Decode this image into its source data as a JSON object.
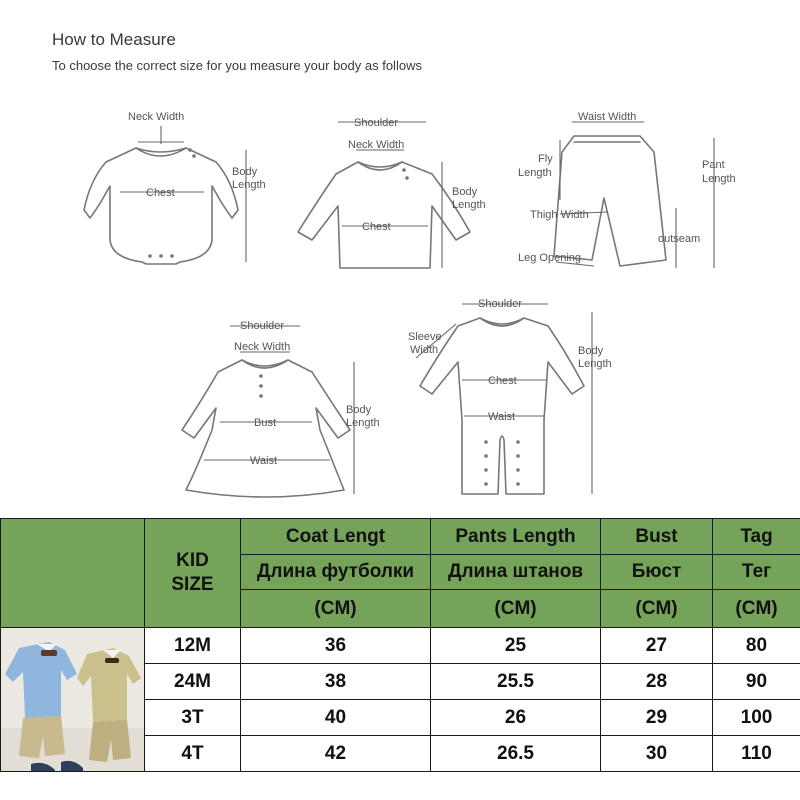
{
  "guide": {
    "title": "How to Measure",
    "subtitle": "To choose the correct size for you measure your body as follows"
  },
  "diagrams": {
    "bodysuit": {
      "neck_width": "Neck Width",
      "chest": "Chest",
      "body_length_1": "Body",
      "body_length_2": "Length"
    },
    "shirt": {
      "shoulder": "Shoulder",
      "neck_width": "Neck Width",
      "chest": "Chest",
      "body_length_1": "Body",
      "body_length_2": "Length"
    },
    "pants": {
      "waist_width": "Waist Width",
      "fly_length_1": "Fly",
      "fly_length_2": "Length",
      "pant_length_1": "Pant",
      "pant_length_2": "Length",
      "thigh_width": "Thigh Width",
      "outseam": "outseam",
      "leg_opening": "Leg Opening"
    },
    "dress": {
      "shoulder": "Shoulder",
      "neck_width": "Neck Width",
      "bust": "Bust",
      "waist": "Waist",
      "body_length_1": "Body",
      "body_length_2": "Length"
    },
    "romper": {
      "shoulder": "Shoulder",
      "sleeve_width_1": "Sleeve",
      "sleeve_width_2": "Width",
      "chest": "Chest",
      "waist": "Waist",
      "body_length_1": "Body",
      "body_length_2": "Length"
    }
  },
  "table": {
    "kid_size_1": "KID",
    "kid_size_2": "SIZE",
    "columns": [
      {
        "en": "Coat Lengt",
        "ru": "Длина футболки",
        "unit": "(CM)"
      },
      {
        "en": "Pants Length",
        "ru": "Длина штанов",
        "unit": "(CM)"
      },
      {
        "en": "Bust",
        "ru": "Бюст",
        "unit": "(CM)"
      },
      {
        "en": "Tag",
        "ru": "Тег",
        "unit": "(CM)"
      }
    ],
    "rows": [
      {
        "size": "12M",
        "coat": "36",
        "pants": "25",
        "bust": "27",
        "tag": "80"
      },
      {
        "size": "24M",
        "coat": "38",
        "pants": "25.5",
        "bust": "28",
        "tag": "90"
      },
      {
        "size": "3T",
        "coat": "40",
        "pants": "26",
        "bust": "29",
        "tag": "100"
      },
      {
        "size": "4T",
        "coat": "42",
        "pants": "26.5",
        "bust": "30",
        "tag": "110"
      }
    ]
  },
  "colors": {
    "header_green": "#76a35a",
    "header_text": "#ffffff"
  }
}
